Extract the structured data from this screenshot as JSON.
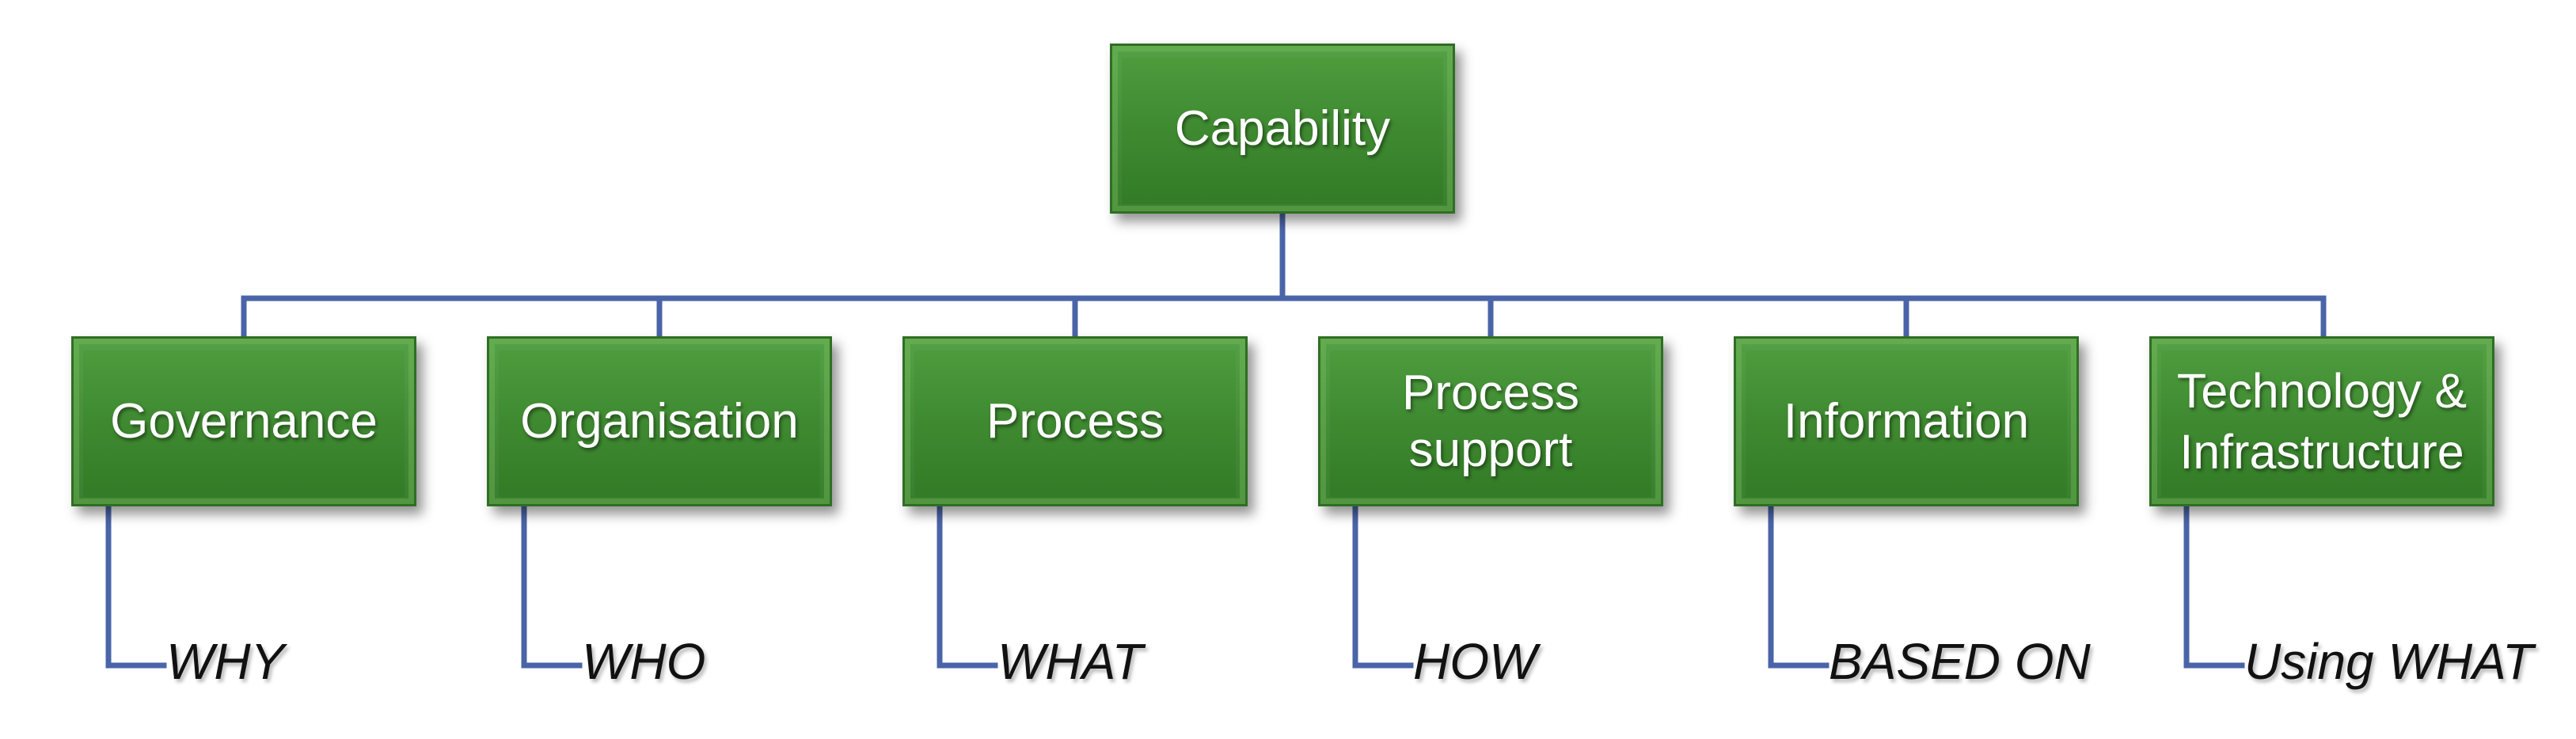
{
  "root": {
    "label": "Capability"
  },
  "children": [
    {
      "label": "Governance",
      "leaf": "WHY"
    },
    {
      "label": "Organisation",
      "leaf": "WHO"
    },
    {
      "label": "Process",
      "leaf": "WHAT"
    },
    {
      "label": "Process support",
      "leaf": "HOW"
    },
    {
      "label": "Information",
      "leaf": "BASED ON"
    },
    {
      "label": "Technology & Infrastructure",
      "leaf": "Using WHAT"
    }
  ],
  "colors": {
    "box_fill": "#3f8a31",
    "box_border": "#2f6e24",
    "connector": "#4a64a8",
    "box_text": "#ffffff",
    "leaf_text": "#111111"
  }
}
